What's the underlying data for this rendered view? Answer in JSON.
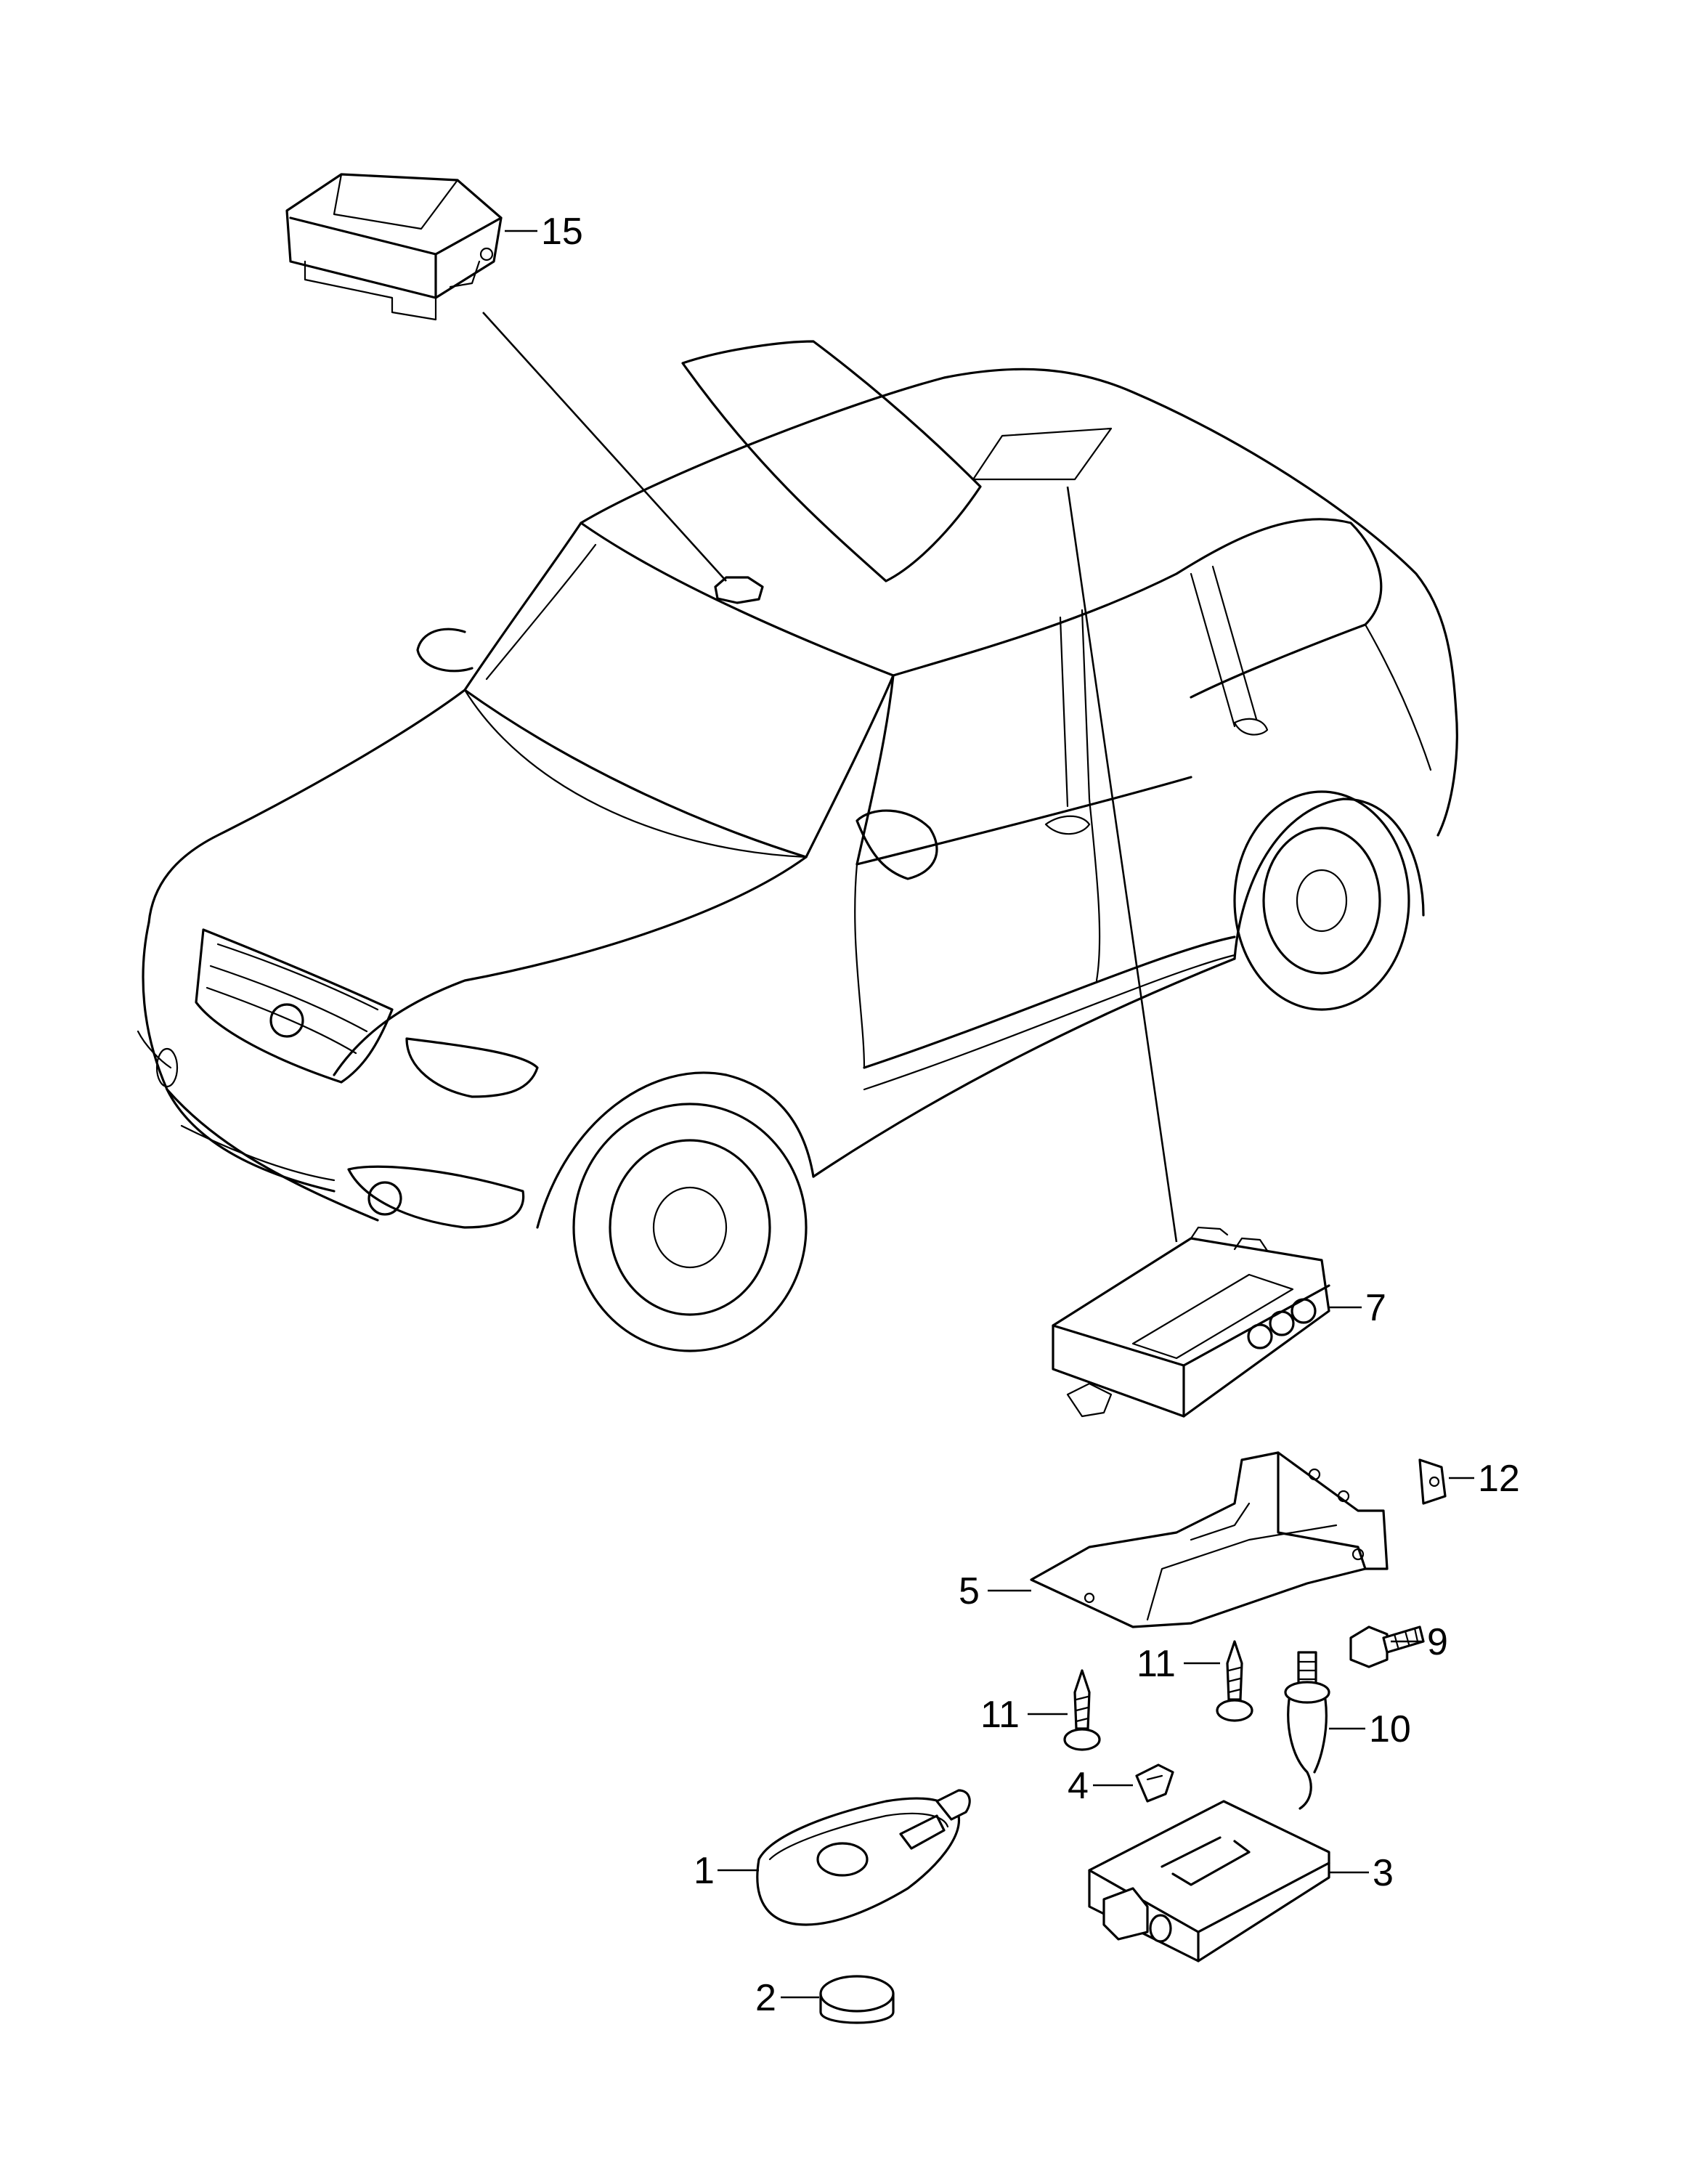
{
  "callouts": [
    {
      "num": "15"
    },
    {
      "num": "7"
    },
    {
      "num": "12"
    },
    {
      "num": "5"
    },
    {
      "num": "9"
    },
    {
      "num": "11"
    },
    {
      "num": "11"
    },
    {
      "num": "10"
    },
    {
      "num": "4"
    },
    {
      "num": "1"
    },
    {
      "num": "3"
    },
    {
      "num": "2"
    }
  ]
}
